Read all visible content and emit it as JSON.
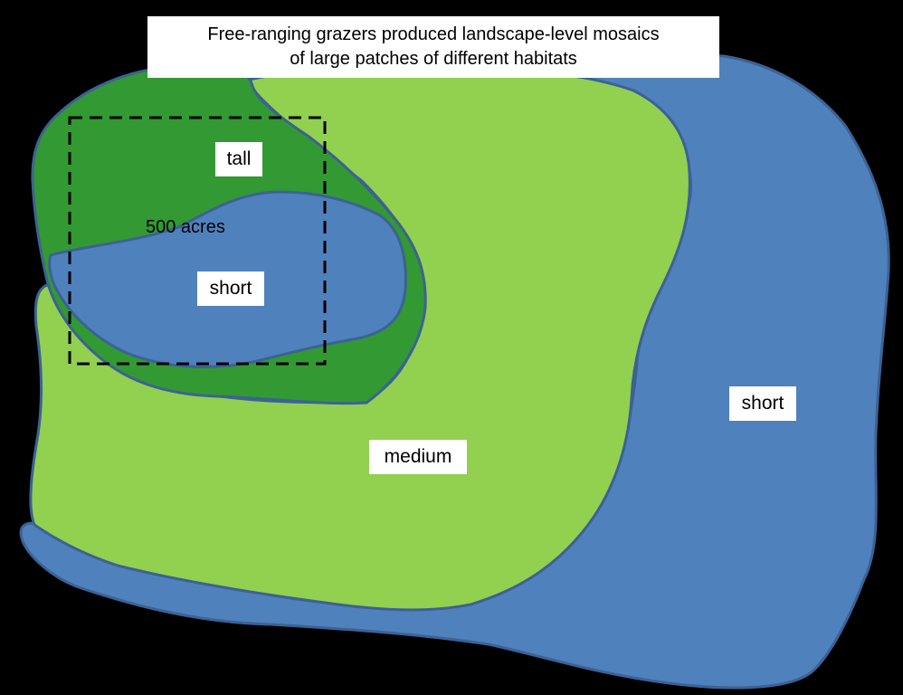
{
  "title": {
    "line1": "Free-ranging grazers produced landscape-level mosaics",
    "line2": "of large patches of different habitats"
  },
  "labels": {
    "tall": "tall",
    "short_inner": "short",
    "short_outer": "short",
    "medium": "medium",
    "area": "500 acres"
  },
  "colors": {
    "background": "#000000",
    "tall": "#339933",
    "medium": "#92d050",
    "short": "#4f81bd",
    "outline": "#3c6294"
  }
}
